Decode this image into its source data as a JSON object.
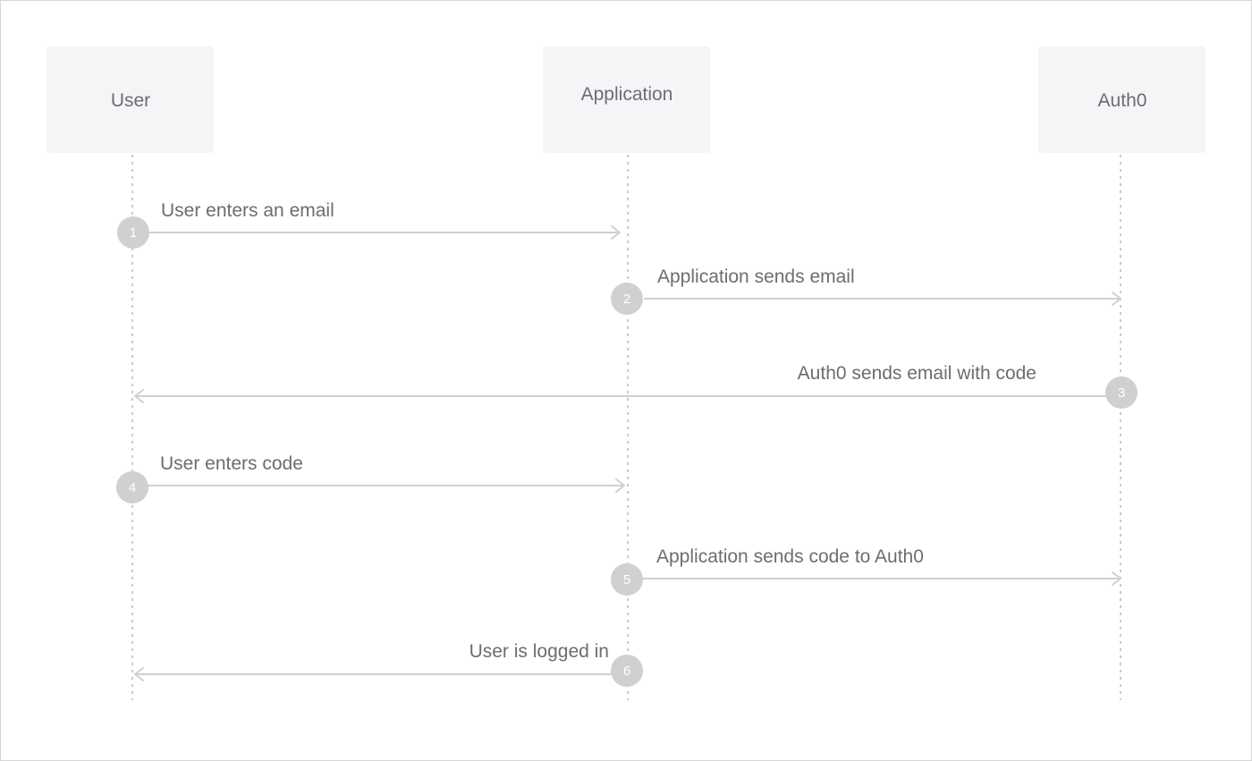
{
  "participants": [
    {
      "id": "user",
      "label": "User"
    },
    {
      "id": "application",
      "label": "Application"
    },
    {
      "id": "auth0",
      "label": "Auth0"
    }
  ],
  "messages": [
    {
      "step": "1",
      "label": "User enters an email",
      "from": "user",
      "to": "application"
    },
    {
      "step": "2",
      "label": "Application sends email",
      "from": "application",
      "to": "auth0"
    },
    {
      "step": "3",
      "label": "Auth0 sends email with code",
      "from": "auth0",
      "to": "user"
    },
    {
      "step": "4",
      "label": "User enters code",
      "from": "user",
      "to": "application"
    },
    {
      "step": "5",
      "label": "Application sends code to Auth0",
      "from": "application",
      "to": "auth0"
    },
    {
      "step": "6",
      "label": "User is logged in",
      "from": "application",
      "to": "user"
    }
  ],
  "colors": {
    "box": "#f4f5f7",
    "text": "#6b6d70",
    "line": "#cfd0d2",
    "lifeline": "#c9cacc",
    "step_fill": "#cfd0d2",
    "step_text": "#ffffff"
  }
}
